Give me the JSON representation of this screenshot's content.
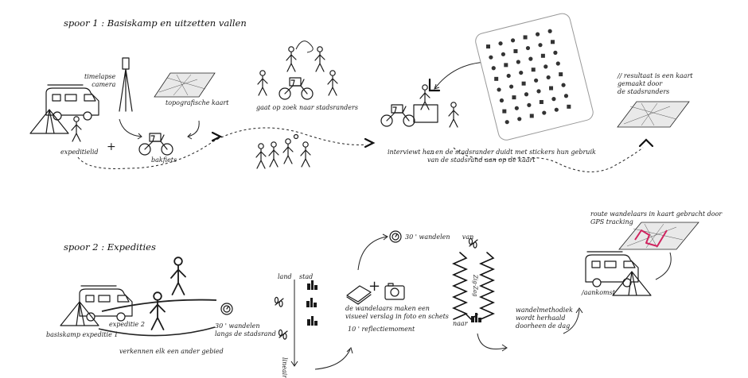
{
  "spoor1": {
    "title": "spoor 1 : Basiskamp en uitzetten vallen",
    "labels": {
      "timelapse": "timelapse\ncamera",
      "topo": "topografische kaart",
      "expeditielid": "expeditielid",
      "plus": "+",
      "bakfiets": "bakfiets",
      "gaat": "gaat op zoek naar stadsranders",
      "interviewt": "interviewt hen",
      "stickers": "... en de stadsrander duidt met stickers hun gebruik\nvan de stadsrand aan op de kaart",
      "resultaat": "// resultaat is een kaart\ngemaakt door\nde stadsranders"
    }
  },
  "spoor2": {
    "title": "spoor 2 : Expedities",
    "labels": {
      "basiskamp": "basiskamp expeditie 1",
      "expeditie2": "expeditie 2",
      "verkennen": "verkennen elk een ander gebied",
      "wandelen30": "30 ' wandelen\nlangs de stadsrand",
      "land": "land",
      "stad": "stad",
      "lineair": "lineair",
      "plus": "+",
      "verslag": "de wandelaars maken een\nvisueel verslag in foto en schets",
      "reflectie": "10 ' reflectiemoment",
      "wandelen30van": "30 ' wandelen      van",
      "naar": "naar",
      "zigzag": "Zig-Zag",
      "herhaald": "wandelmethodiek\nwordt herhaald\ndoorheen de dag",
      "aankomst": "/aankomst",
      "route": "route wandelaars in kaart gebracht door\nGPS tracking"
    }
  },
  "icons": [
    "camper-icon",
    "tent-icon",
    "person-icon",
    "tripod-camera-icon",
    "map-icon",
    "cargo-bike-icon",
    "clock-icon",
    "footsteps-icon",
    "building-icon",
    "notebook-icon",
    "camera-icon",
    "sticker-sheet-icon",
    "chevron-icon"
  ],
  "colors": {
    "ink": "#1a1a1a",
    "gps_route": "#d0245f",
    "background": "#ffffff"
  }
}
